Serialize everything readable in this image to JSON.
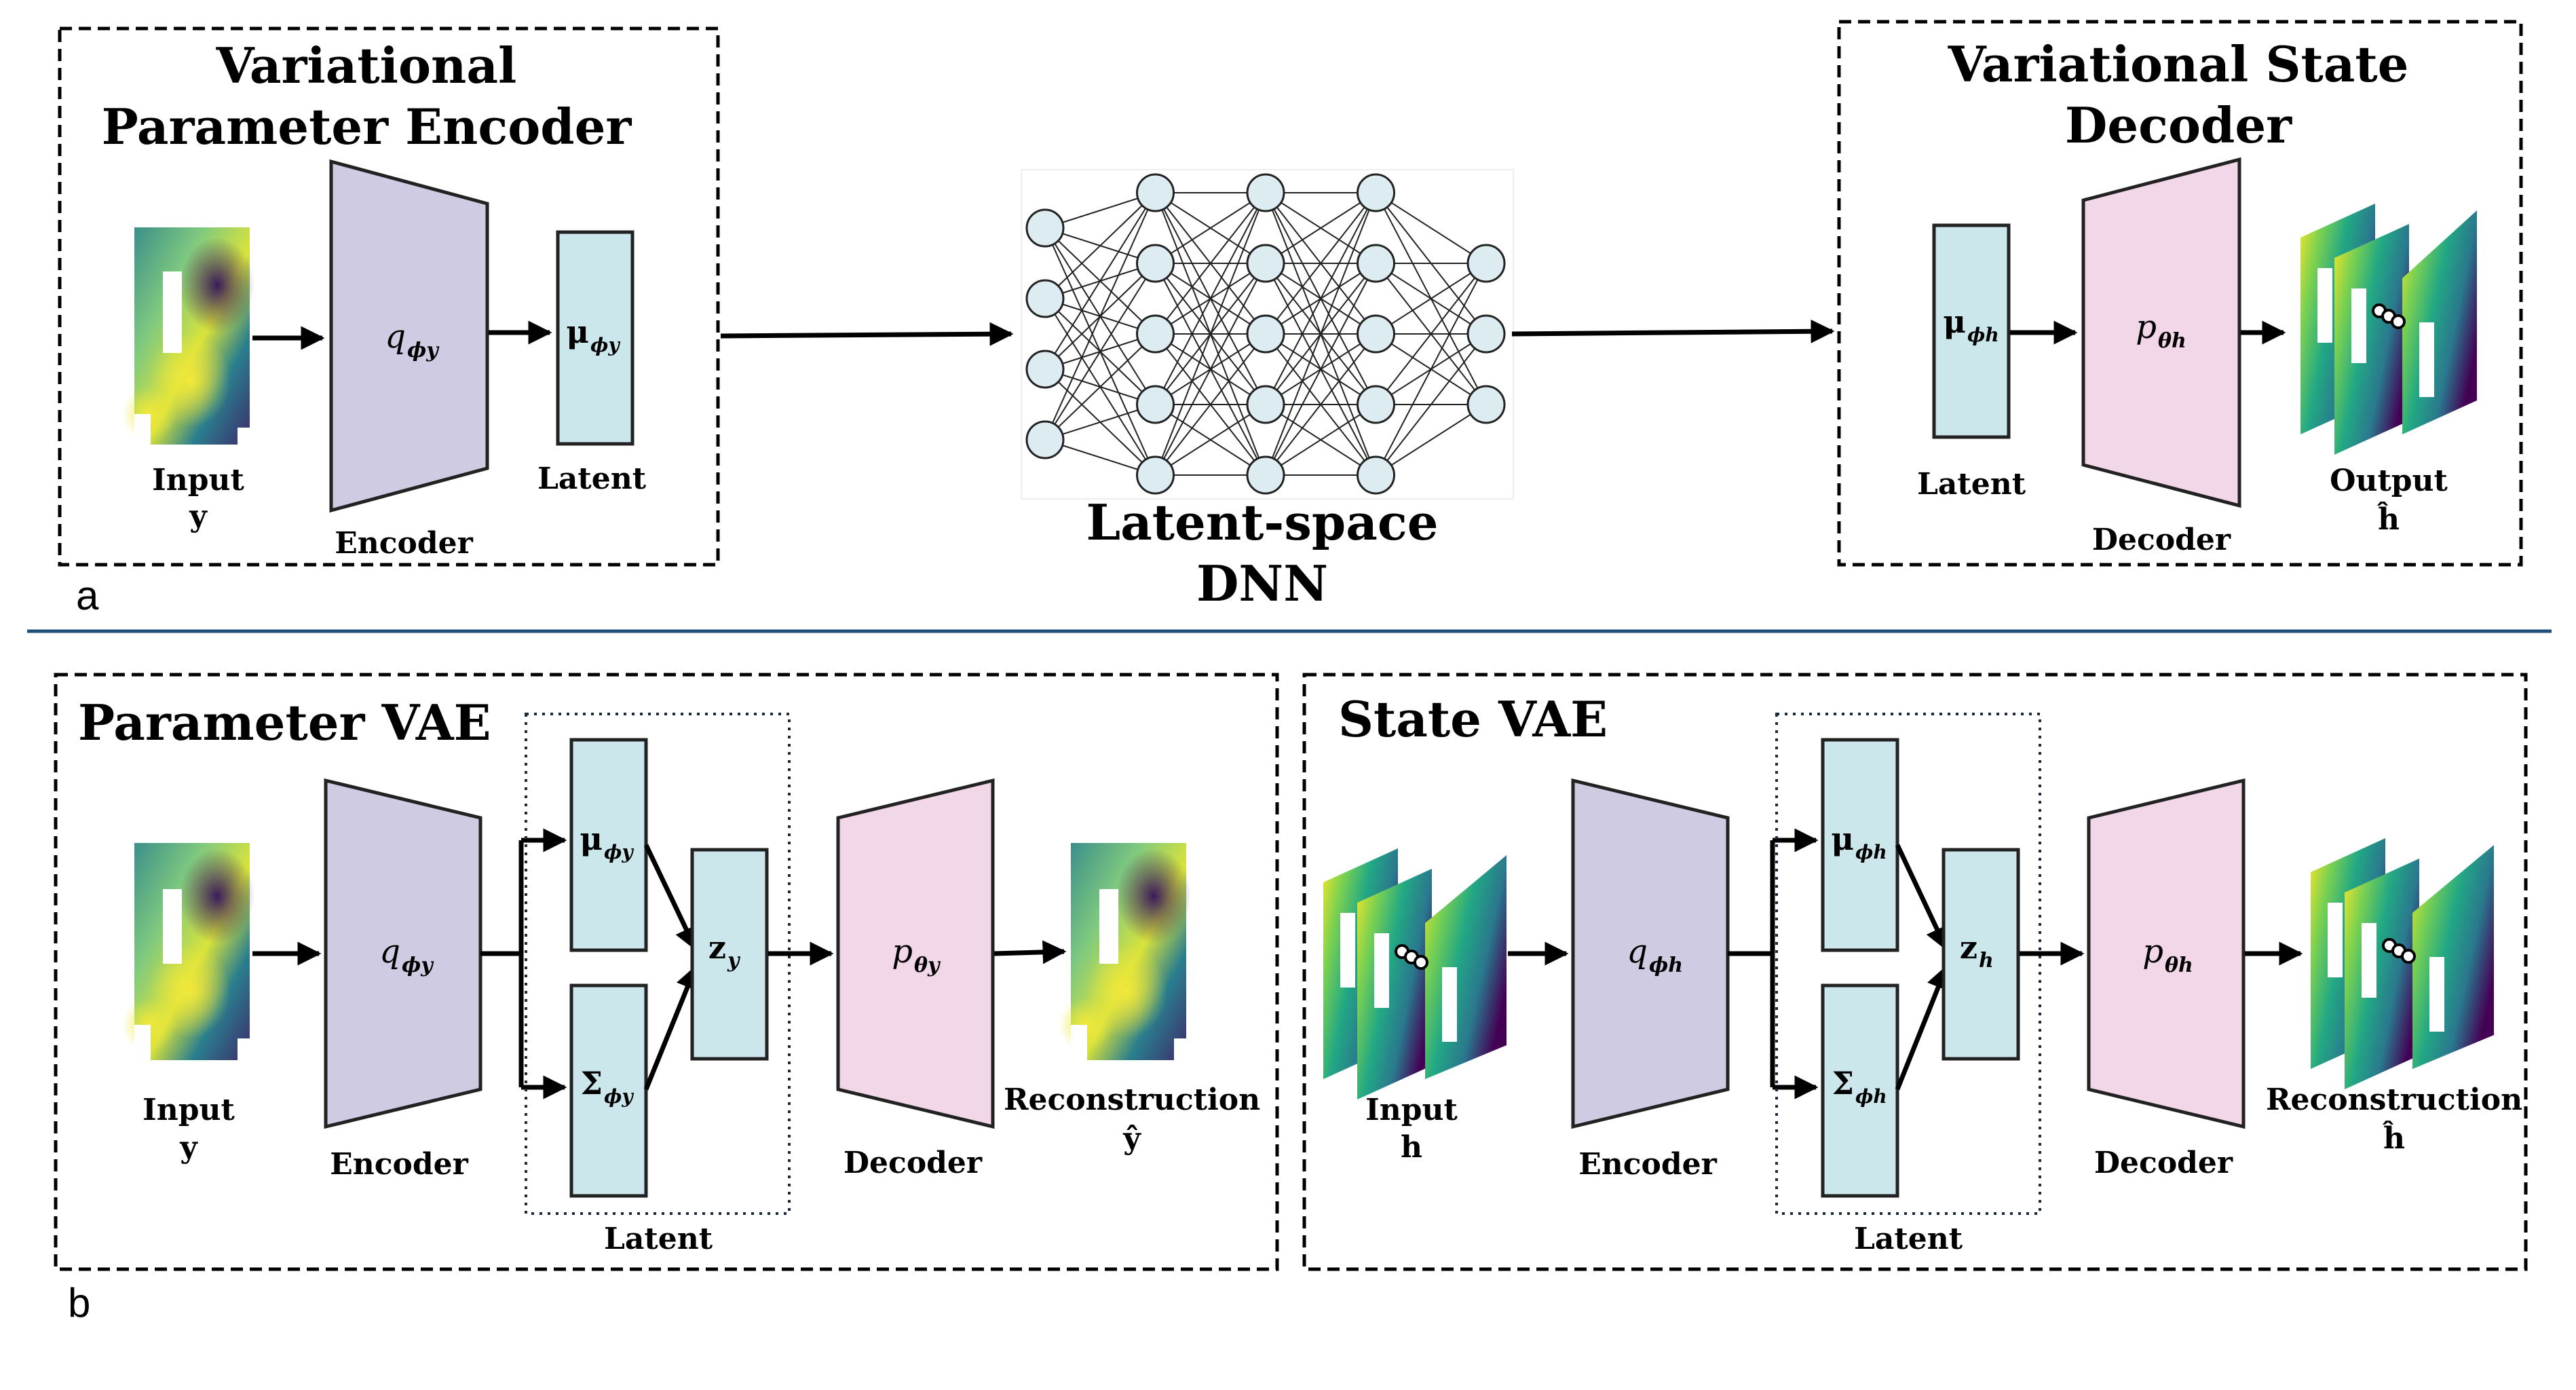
{
  "colors": {
    "encoder_fill": "#cfcbe3",
    "decoder_fill": "#f2d7e8",
    "latent_fill": "#cbe7ec",
    "stroke": "#222222",
    "divider": "#1f4e79",
    "node_fill": "#dcecf1"
  },
  "panel_a": {
    "label": "a",
    "encoder_box": {
      "title_line1": "Variational",
      "title_line2": "Parameter Encoder",
      "input_line1": "Input",
      "input_line2": "y",
      "encoder_symbol": "q",
      "encoder_sub": "ϕy",
      "encoder_label": "Encoder",
      "latent_symbol": "μ",
      "latent_sub": "ϕy",
      "latent_label": "Latent"
    },
    "dnn": {
      "label_line1": "Latent-space",
      "label_line2": "DNN",
      "layers": [
        4,
        5,
        5,
        5,
        3
      ]
    },
    "decoder_box": {
      "title_line1": "Variational State",
      "title_line2": "Decoder",
      "latent_symbol": "μ",
      "latent_sub": "ϕh",
      "latent_label": "Latent",
      "decoder_symbol": "p",
      "decoder_sub": "θh",
      "decoder_label": "Decoder",
      "output_line1": "Output",
      "output_line2": "ĥ"
    }
  },
  "panel_b": {
    "label": "b",
    "param_vae": {
      "title": "Parameter VAE",
      "input_line1": "Input",
      "input_line2": "y",
      "encoder_symbol": "q",
      "encoder_sub": "ϕy",
      "encoder_label": "Encoder",
      "mu_symbol": "μ",
      "mu_sub": "ϕy",
      "sigma_symbol": "Σ",
      "sigma_sub": "ϕy",
      "z_symbol": "z",
      "z_sub": "y",
      "latent_label": "Latent",
      "decoder_symbol": "p",
      "decoder_sub": "θy",
      "decoder_label": "Decoder",
      "recon_line1": "Reconstruction",
      "recon_line2": "ŷ"
    },
    "state_vae": {
      "title": "State VAE",
      "input_line1": "Input",
      "input_line2": "h",
      "encoder_symbol": "q",
      "encoder_sub": "ϕh",
      "encoder_label": "Encoder",
      "mu_symbol": "μ",
      "mu_sub": "ϕh",
      "sigma_symbol": "Σ",
      "sigma_sub": "ϕh",
      "z_symbol": "z",
      "z_sub": "h",
      "latent_label": "Latent",
      "decoder_symbol": "p",
      "decoder_sub": "θh",
      "decoder_label": "Decoder",
      "recon_line1": "Reconstruction",
      "recon_line2": "ĥ"
    }
  }
}
